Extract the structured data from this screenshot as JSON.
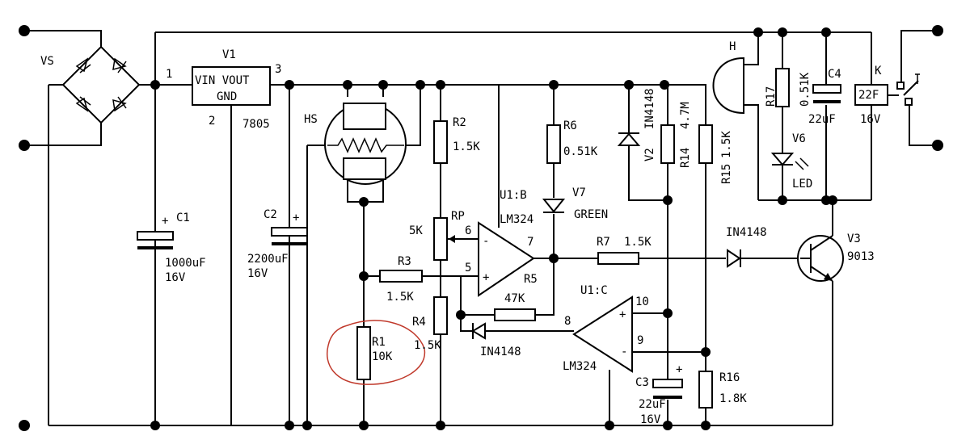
{
  "components": {
    "vs": "VS",
    "v1": "V1",
    "pin1": "1",
    "pin2": "2",
    "pin3": "3",
    "reg_top": "VIN VOUT",
    "reg_gnd": "GND",
    "reg_part": "7805",
    "c1": "C1",
    "c1_val": "1000uF",
    "c1_volt": "16V",
    "c2": "C2",
    "c2_val": "2200uF",
    "c2_volt": "16V",
    "hs": "HS",
    "r1": "R1",
    "r1_val": "10K",
    "r2": "R2",
    "r2_val": "1.5K",
    "rp": "RP",
    "rp_val": "5K",
    "r3": "R3",
    "r3_val": "1.5K",
    "r4": "R4",
    "r4_val": "1.5K",
    "pin6": "6",
    "pin5": "5",
    "pin7": "7",
    "u1b": "U1:B",
    "u1b_part": "LM324",
    "r5": "R5",
    "r5_val": "47K",
    "d_bottom": "IN4148",
    "r6": "R6",
    "r6_val": "0.51K",
    "v7": "V7",
    "v7_val": "GREEN",
    "v2": "V2",
    "v2_val": "IN4148",
    "r14": "R14",
    "r14_val": "4.7M",
    "r15": "R15",
    "r15_val": "1.5K",
    "r7": "R7",
    "r7_val": "1.5K",
    "d_right": "IN4148",
    "u1c": "U1:C",
    "u1c_part": "LM324",
    "pin8": "8",
    "pin9": "9",
    "pin10": "10",
    "c3": "C3",
    "c3_val": "22uF",
    "c3_volt": "16V",
    "r16": "R16",
    "r16_val": "1.8K",
    "h": "H",
    "r17": "R17",
    "r17_val": "0.51K",
    "c4": "C4",
    "c4_val": "22uF",
    "v6": "V6",
    "v6_val": "LED",
    "k": "K",
    "k_coil": "22F",
    "k_volt": "16V",
    "v3": "V3",
    "v3_val": "9013",
    "plus": "+"
  }
}
